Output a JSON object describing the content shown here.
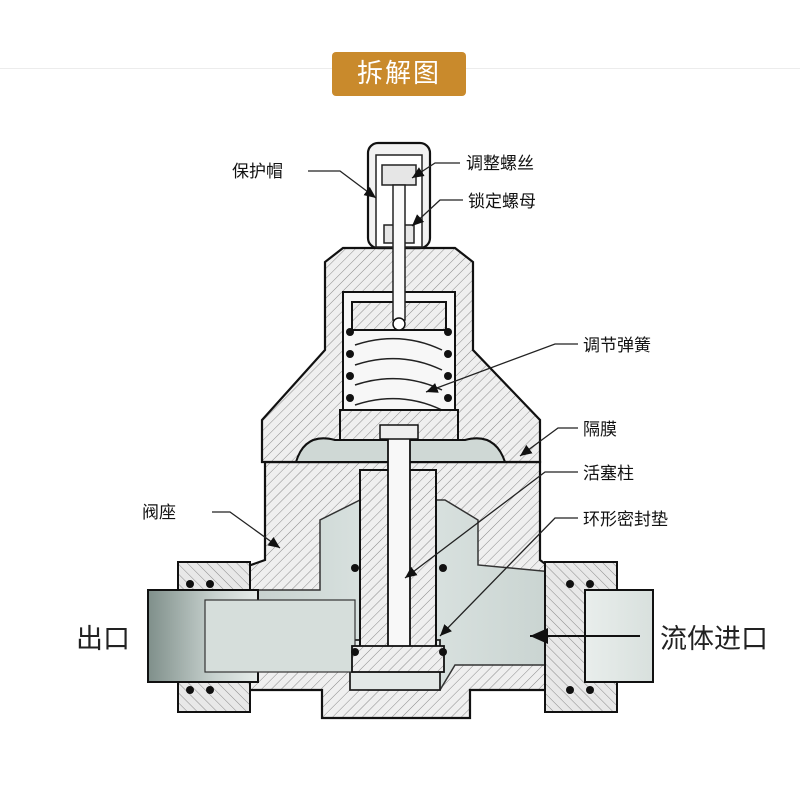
{
  "header": {
    "title": "拆解图"
  },
  "diagram": {
    "labels": {
      "protective_cap": "保护帽",
      "adjusting_screw": "调整螺丝",
      "lock_nut": "锁定螺母",
      "adjusting_spring": "调节弹簧",
      "diaphragm": "隔膜",
      "piston_rod": "活塞柱",
      "o_ring_seal": "环形密封垫",
      "valve_seat": "阀座",
      "outlet": "出口",
      "fluid_inlet": "流体进口"
    }
  }
}
